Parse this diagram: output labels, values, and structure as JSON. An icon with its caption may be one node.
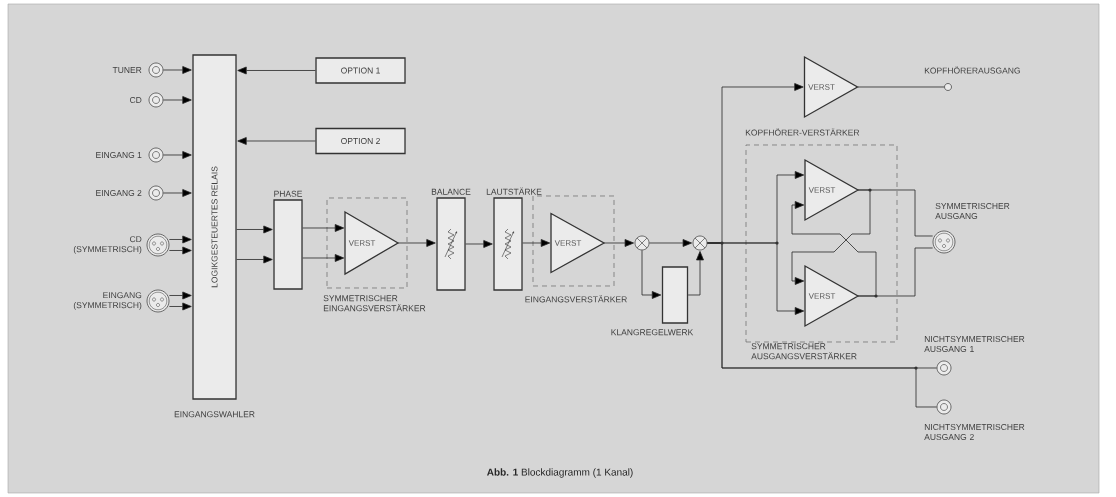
{
  "diagram": {
    "caption": "**Abb. 1** Blockdiagramm (1 Kanal)",
    "nodes": [
      {
        "text": [],
        "shape": "jack",
        "beside": [
          "TUNER"
        ]
      },
      {
        "text": [],
        "shape": "jack",
        "beside": [
          "CD"
        ]
      },
      {
        "text": [],
        "shape": "jack",
        "beside": [
          "EINGANG 1"
        ]
      },
      {
        "text": [],
        "shape": "jack",
        "beside": [
          "EINGANG 2"
        ]
      },
      {
        "text": [],
        "shape": "connector",
        "beside": [
          "CD (SYMMETRISCH)"
        ]
      },
      {
        "text": [],
        "shape": "connector",
        "beside": [
          "EINGANG (SYMMETRISCH)"
        ]
      },
      {
        "text": [
          "LOGIKGESTEUERTES RELAIS"
        ],
        "beside": [
          "EINGANGSWAHLER"
        ]
      },
      {
        "text": [
          "OPTION 1"
        ]
      },
      {
        "text": [
          "OPTION 2"
        ]
      },
      {
        "text": [
          "PHASE"
        ]
      },
      {
        "text": [
          "SYMMETRISCHER EINGANGSVERSTÄRKER"
        ]
      },
      {
        "text": [
          "VERST"
        ],
        "in": 10
      },
      {
        "text": [
          "BALANCE"
        ]
      },
      {
        "text": [
          "LAUTSTÄRKE"
        ]
      },
      {
        "text": [
          "EINGANGSVERSTÄRKER"
        ]
      },
      {
        "text": [
          "VERST"
        ],
        "in": 14
      },
      {
        "text": [],
        "shape": "circle"
      },
      {
        "text": [
          "KLANGREGELWERK"
        ]
      },
      {
        "text": [],
        "shape": "circle"
      },
      {
        "text": [
          "VERST"
        ],
        "beside": [
          "KOPFHÖRER-VERSTÄRKER"
        ]
      },
      {
        "text": [],
        "shape": "circle",
        "beside": [
          "KOPFHÖRERAUSGANG"
        ]
      },
      {
        "text": [
          "SYMMETRISCHER AUSGANGSVERSTÄRKER"
        ]
      },
      {
        "text": [
          "VERST"
        ],
        "in": 21
      },
      {
        "text": [
          "VERST"
        ],
        "in": 21
      },
      {
        "text": [],
        "shape": "connector",
        "beside": [
          "SYMMETRISCHER AUSGANG"
        ]
      },
      {
        "text": [],
        "shape": "jack",
        "beside": [
          "NICHTSYMMETRISCHER AUSGANG 1"
        ]
      },
      {
        "text": [],
        "shape": "jack",
        "beside": [
          "NICHTSYMMETRISCHER AUSGANG 2"
        ]
      }
    ],
    "edges": [
      {
        "from": 0,
        "to": 6,
        "arrow": "to"
      },
      {
        "from": 1,
        "to": 6,
        "arrow": "to"
      },
      {
        "from": 2,
        "to": 6,
        "arrow": "to"
      },
      {
        "from": 3,
        "to": 6,
        "arrow": "to"
      },
      {
        "from": 4,
        "to": 6,
        "arrow": "to"
      },
      {
        "from": 4,
        "to": 6,
        "arrow": "to"
      },
      {
        "from": 5,
        "to": 6,
        "arrow": "to"
      },
      {
        "from": 5,
        "to": 6,
        "arrow": "to"
      },
      {
        "from": 7,
        "to": 6,
        "arrow": "to"
      },
      {
        "from": 8,
        "to": 6,
        "arrow": "to"
      },
      {
        "from": 6,
        "to": 9,
        "arrow": "to"
      },
      {
        "from": 6,
        "to": 9,
        "arrow": "to"
      },
      {
        "from": 9,
        "to": 11,
        "arrow": "to"
      },
      {
        "from": 9,
        "to": 11,
        "arrow": "to"
      },
      {
        "from": 11,
        "to": 12,
        "arrow": "to"
      },
      {
        "from": 12,
        "to": 13,
        "arrow": "to"
      },
      {
        "from": 13,
        "to": 15,
        "arrow": "to"
      },
      {
        "from": 15,
        "to": 16,
        "arrow": "to"
      },
      {
        "from": 16,
        "to": 17,
        "arrow": "to"
      },
      {
        "from": 16,
        "to": 18,
        "arrow": "to"
      },
      {
        "from": 17,
        "to": 18,
        "arrow": "to"
      },
      {
        "from": 18,
        "to": 19,
        "arrow": "to"
      },
      {
        "from": 19,
        "to": 20,
        "arrow": "none"
      },
      {
        "from": 18,
        "to": 22,
        "arrow": "to"
      },
      {
        "from": 18,
        "to": 23,
        "arrow": "to"
      },
      {
        "from": 22,
        "to": 23,
        "arrow": "to"
      },
      {
        "from": 23,
        "to": 22,
        "arrow": "to"
      },
      {
        "from": 22,
        "to": 24,
        "arrow": "none"
      },
      {
        "from": 23,
        "to": 24,
        "arrow": "none"
      },
      {
        "from": 18,
        "to": 25,
        "arrow": "none"
      },
      {
        "from": 18,
        "to": 26,
        "arrow": "none"
      }
    ]
  }
}
